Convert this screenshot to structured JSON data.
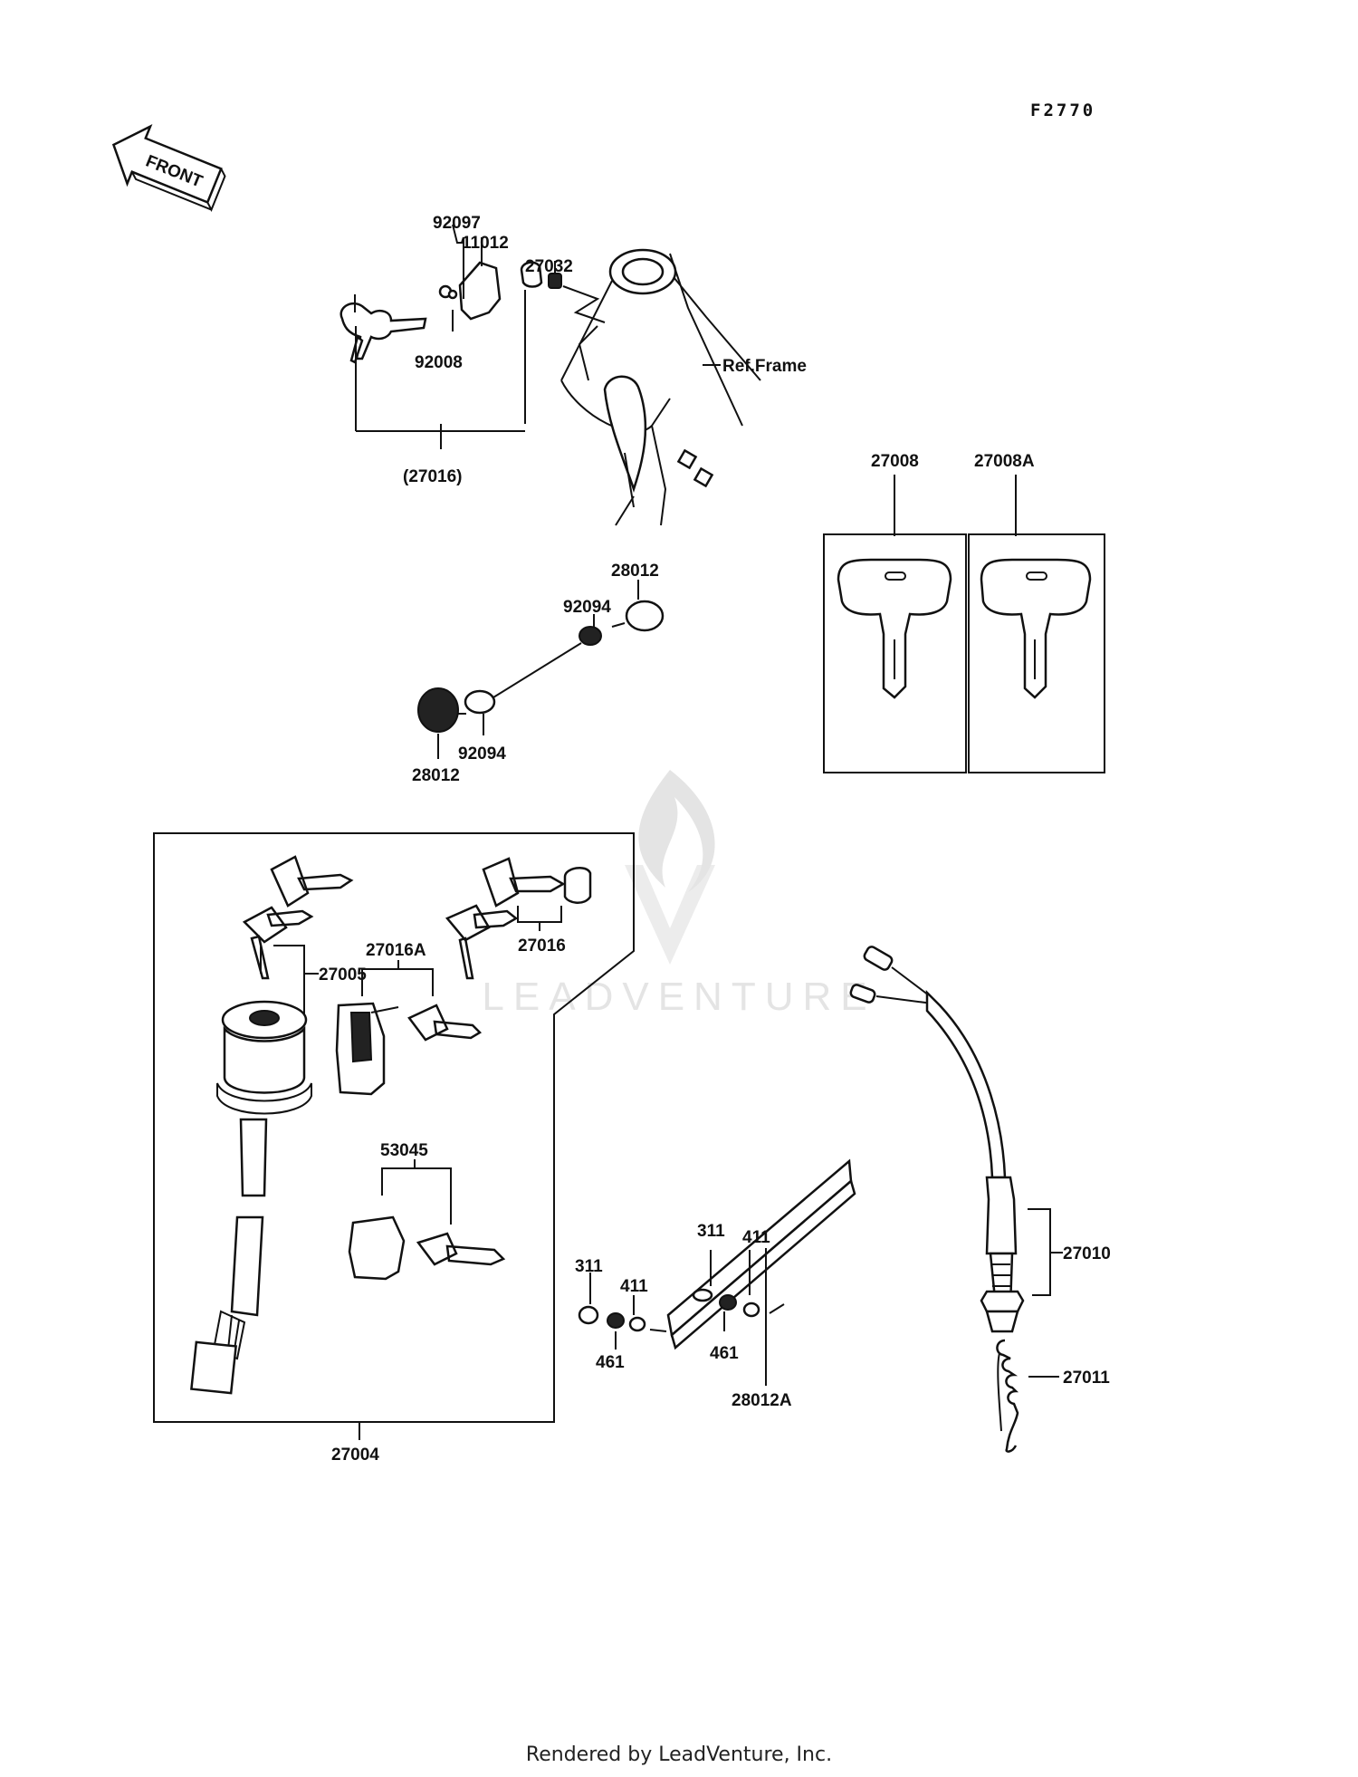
{
  "diagram_code": "F2770",
  "front_arrow_label": "FRONT",
  "ref_frame_label": "Ref.Frame",
  "watermark_text": "LEADVENTURE",
  "footer": "Rendered by LeadVenture, Inc.",
  "callouts": {
    "p92097": "92097",
    "p11012": "11012",
    "p27032": "27032",
    "p92008": "92008",
    "p27016_group": "(27016)",
    "p27008": "27008",
    "p27008A": "27008A",
    "p28012_top": "28012",
    "p92094_top": "92094",
    "p92094_bottom": "92094",
    "p28012_bottom": "28012",
    "p27005": "27005",
    "p27016A": "27016A",
    "p27016": "27016",
    "p53045": "53045",
    "p27004": "27004",
    "p311_top": "311",
    "p411_top": "411",
    "p461_top": "461",
    "p311_left": "311",
    "p411_left": "411",
    "p461_left": "461",
    "p28012A": "28012A",
    "p27010": "27010",
    "p27011": "27011"
  }
}
